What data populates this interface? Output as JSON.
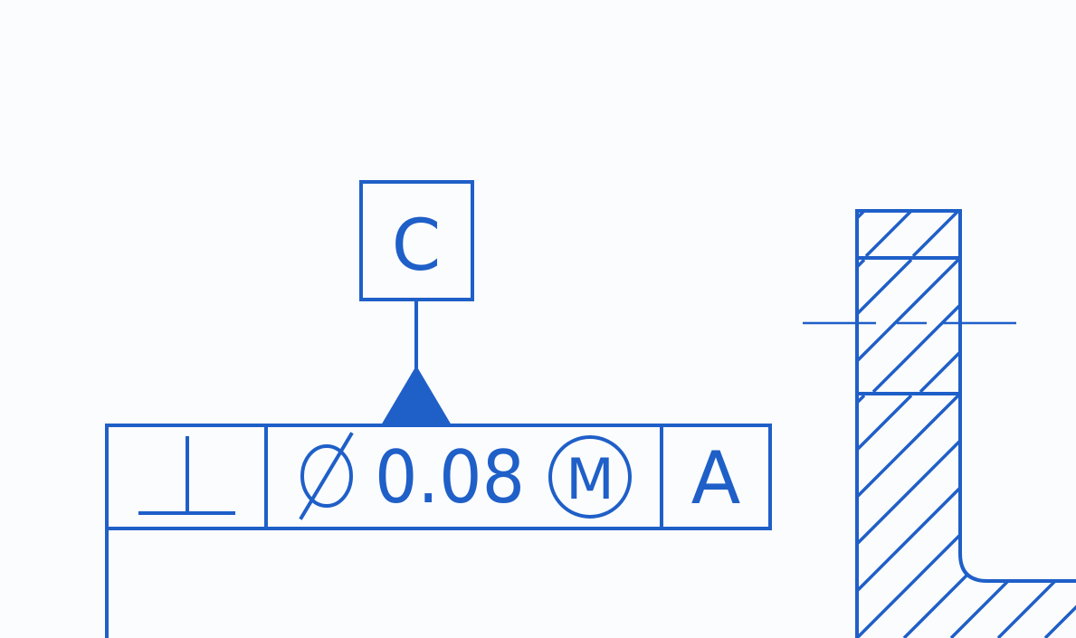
{
  "colors": {
    "line": "#1f5fc8",
    "background": "#fbfcfd"
  },
  "datum_feature_symbol": {
    "letter": "C"
  },
  "feature_control_frame": {
    "characteristic_symbol": "perpendicularity-symbol",
    "diameter_symbol": "diameter-symbol",
    "tolerance_value": "0.08",
    "material_modifier": "M",
    "datum_reference": "A"
  },
  "part_section": {
    "hatching": "cross-section-hatch",
    "center_line": "dash-dot"
  }
}
